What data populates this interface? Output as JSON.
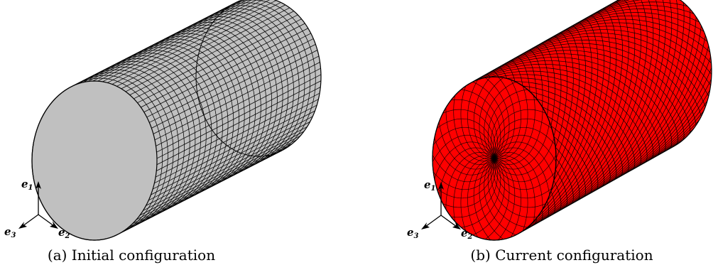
{
  "panels": [
    {
      "caption_prefix": "(a)",
      "caption_text": "Initial configuration",
      "cylinder_color": "#c0c0c0",
      "mesh": "rectangular"
    },
    {
      "caption_prefix": "(b)",
      "caption_text": "Current configuration",
      "cylinder_color": "#ff0000",
      "mesh": "helical-diamond"
    }
  ],
  "triad": {
    "e1": {
      "letter": "e",
      "sub": "1"
    },
    "e2": {
      "letter": "e",
      "sub": "2"
    },
    "e3": {
      "letter": "e",
      "sub": "3"
    }
  },
  "mesh_line_color": "#000000"
}
